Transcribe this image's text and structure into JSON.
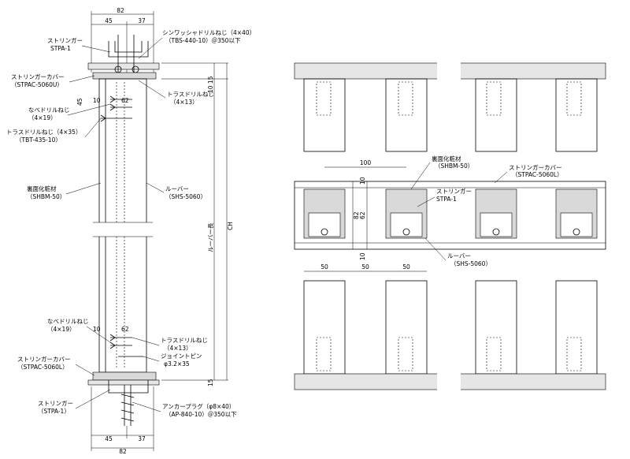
{
  "left": {
    "dim_top_45": "45",
    "dim_top_37": "37",
    "dim_top_82": "82",
    "dim_bot_45": "45",
    "dim_bot_37": "37",
    "dim_bot_82": "82",
    "dim_1015": "10 15",
    "dim_45": "45",
    "dim_10a": "10",
    "dim_62a": "62",
    "dim_10b": "10",
    "dim_62b": "62",
    "dim_15": "15",
    "dim_ch": "CH",
    "louver_length": "ルーバー長",
    "stringer_top": "ストリンガー",
    "stringer_top_code": "STPA-1",
    "washer_screw": "シンワッシャドリルねじ（4×40）",
    "washer_screw_code": "（TBS-440-10）＠350以下",
    "cover_u": "ストリンガーカバー",
    "cover_u_code": "（STPAC-5060U）",
    "truss_screw_a": "トラスドリルねじ",
    "truss_screw_a_code": "（4×13）",
    "flat_screw_a": "なべドリルねじ",
    "flat_screw_a_code": "（4×19）",
    "truss_screw_b": "トラスドリルねじ（4×35）",
    "truss_screw_b_code": "（TBT-435-10）",
    "back_material": "裏面化粧材",
    "back_material_code": "（SHBM-50）",
    "louver": "ルーバー",
    "louver_code": "（SHS-5060）",
    "flat_screw_b": "なべドリルねじ",
    "flat_screw_b_code": "（4×19）",
    "truss_screw_c": "トラスドリルねじ",
    "truss_screw_c_code": "（4×13）",
    "joint_pin": "ジョイントピン",
    "joint_pin_code": "φ3.2×35",
    "cover_l": "ストリンガーカバー",
    "cover_l_code": "（STPAC-5060L）",
    "stringer_bot": "ストリンガー",
    "stringer_bot_code": "（STPA-1）",
    "anchor": "アンカープラグ（φ8×40）",
    "anchor_code": "（AP-840-10）＠350以下"
  },
  "right": {
    "dim_100": "100",
    "dim_10a": "10",
    "dim_82": "82",
    "dim_62": "62",
    "dim_10b": "10",
    "dim_50a": "50",
    "dim_50b": "50",
    "dim_50c": "50",
    "back_material": "裏面化粧材",
    "back_material_code": "（SHBM-50）",
    "stringer": "ストリンガー",
    "stringer_code": "STPA-1",
    "cover_l": "ストリンガーカバー",
    "cover_l_code": "（STPAC-5060L）",
    "louver": "ルーバー",
    "louver_code": "（SHS-5060）"
  }
}
